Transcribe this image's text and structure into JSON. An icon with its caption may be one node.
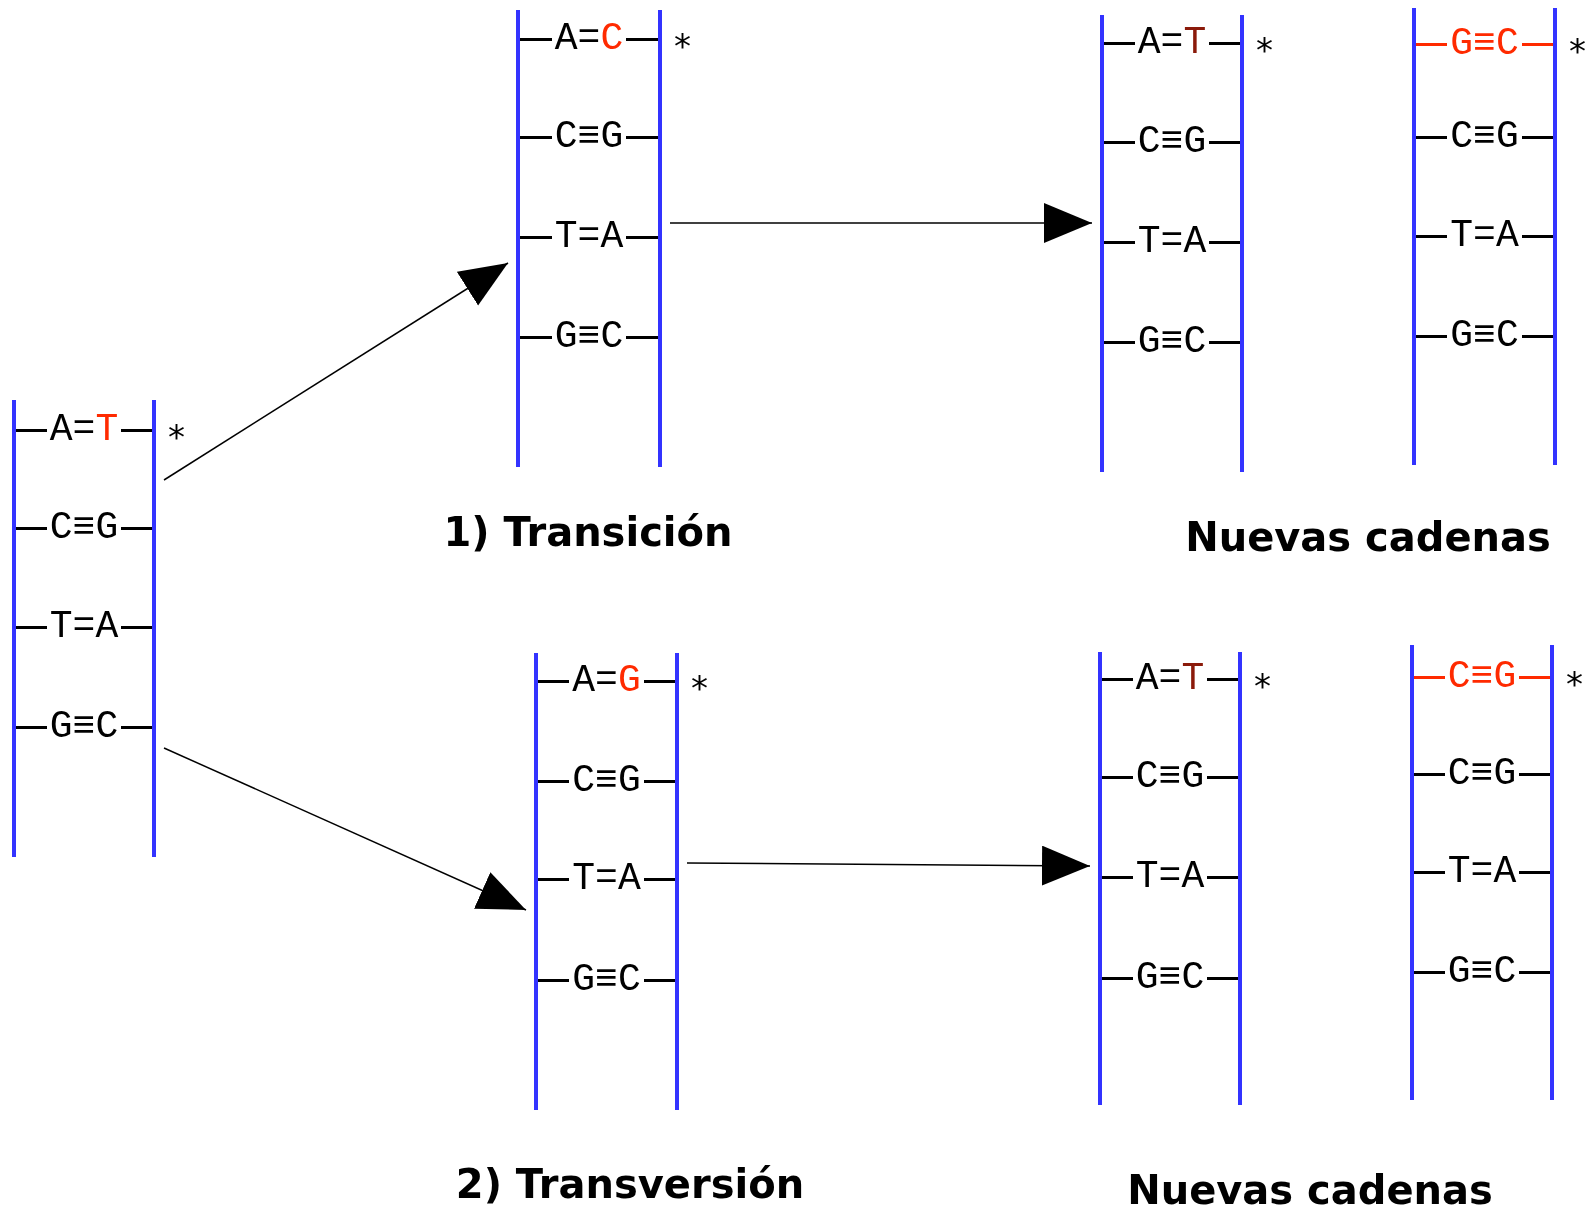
{
  "diagram": {
    "nodes": [
      {
        "text": [
          "A=T",
          "C≡G",
          "T=A",
          "G≡C"
        ],
        "beside": [
          "*"
        ]
      },
      {
        "text": [
          "A=C",
          "C≡G",
          "T=A",
          "G≡C"
        ],
        "beside": [
          "*"
        ]
      },
      {
        "text": [
          "A=T",
          "C≡G",
          "T=A",
          "G≡C"
        ],
        "beside": [
          "*"
        ]
      },
      {
        "text": [
          "G≡C",
          "C≡G",
          "T=A",
          "G≡C"
        ],
        "beside": [
          "*"
        ]
      },
      {
        "text": [
          "A=G",
          "C≡G",
          "T=A",
          "G≡C"
        ],
        "beside": [
          "*"
        ]
      },
      {
        "text": [
          "A=T",
          "C≡G",
          "T=A",
          "G≡C"
        ],
        "beside": [
          "*"
        ]
      },
      {
        "text": [
          "C≡G",
          "C≡G",
          "T=A",
          "G≡C"
        ],
        "beside": [
          "*"
        ]
      }
    ],
    "edges": [
      {
        "from": 0,
        "to": 1,
        "arrow": "to"
      },
      {
        "from": 0,
        "to": 4,
        "arrow": "to"
      },
      {
        "from": 1,
        "to": 2,
        "arrow": "to"
      },
      {
        "from": 4,
        "to": 5,
        "arrow": "to"
      }
    ],
    "labels": [
      "1) Transición",
      "Nuevas cadenas",
      "2) Transversión",
      "Nuevas cadenas"
    ]
  }
}
